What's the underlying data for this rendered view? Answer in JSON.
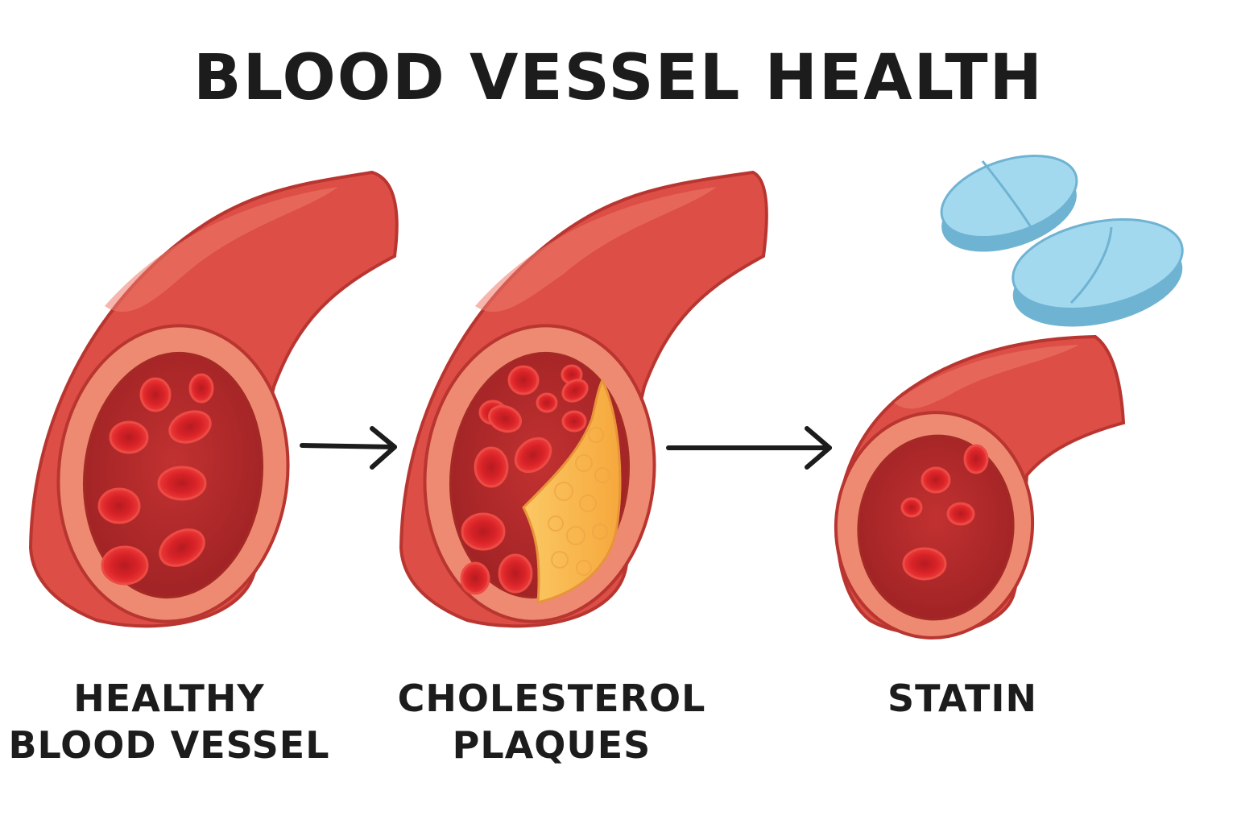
{
  "title": "BLOOD VESSEL HEALTH",
  "stages": [
    {
      "id": "healthy",
      "label_lines": [
        "HEALTHY",
        "BLOOD VESSEL"
      ]
    },
    {
      "id": "plaque",
      "label_lines": [
        "CHOLESTEROL",
        "PLAQUES"
      ]
    },
    {
      "id": "statin",
      "label_lines": [
        "STATIN"
      ]
    }
  ],
  "icons": [
    "blood-vessel-icon",
    "arrow-right-icon",
    "plaque-icon",
    "pill-icon"
  ],
  "colors": {
    "vessel": "#dc4e46",
    "vessel_dark": "#b93530",
    "vessel_highlight": "#ee7a6c",
    "wall": "#ef8a72",
    "lumen": "#b52a2a",
    "blood_cell": "#e1262b",
    "plaque": "#f9bd55",
    "pill": "#a3d9ee",
    "pill_edge": "#6fb3d3",
    "text": "#1c1c1c"
  }
}
